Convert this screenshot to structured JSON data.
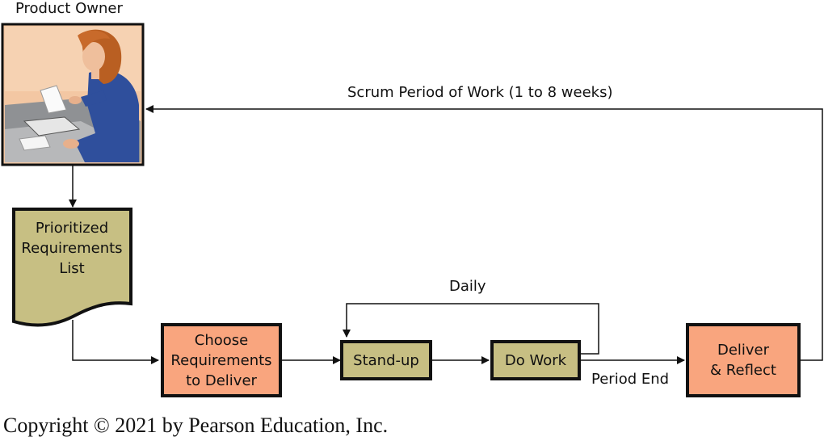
{
  "product_owner": {
    "label": "Product Owner",
    "icon": "person-at-desk-illustration"
  },
  "scrum_period_label": "Scrum Period of Work (1 to 8 weeks)",
  "requirements_doc": {
    "label": "Prioritized\nRequirements\nList",
    "color": "#c7bf83"
  },
  "choose_box": {
    "label": "Choose\nRequirements\nto Deliver",
    "color": "#f9a57e"
  },
  "standup_box": {
    "label": "Stand-up",
    "color": "#c7bf83"
  },
  "dowork_box": {
    "label": "Do Work",
    "color": "#c7bf83"
  },
  "deliver_box": {
    "label": "Deliver\n& Reflect",
    "color": "#f9a57e"
  },
  "daily_label": "Daily",
  "period_end_label": "Period End",
  "copyright": "Copyright © 2021 by Pearson Education, Inc."
}
